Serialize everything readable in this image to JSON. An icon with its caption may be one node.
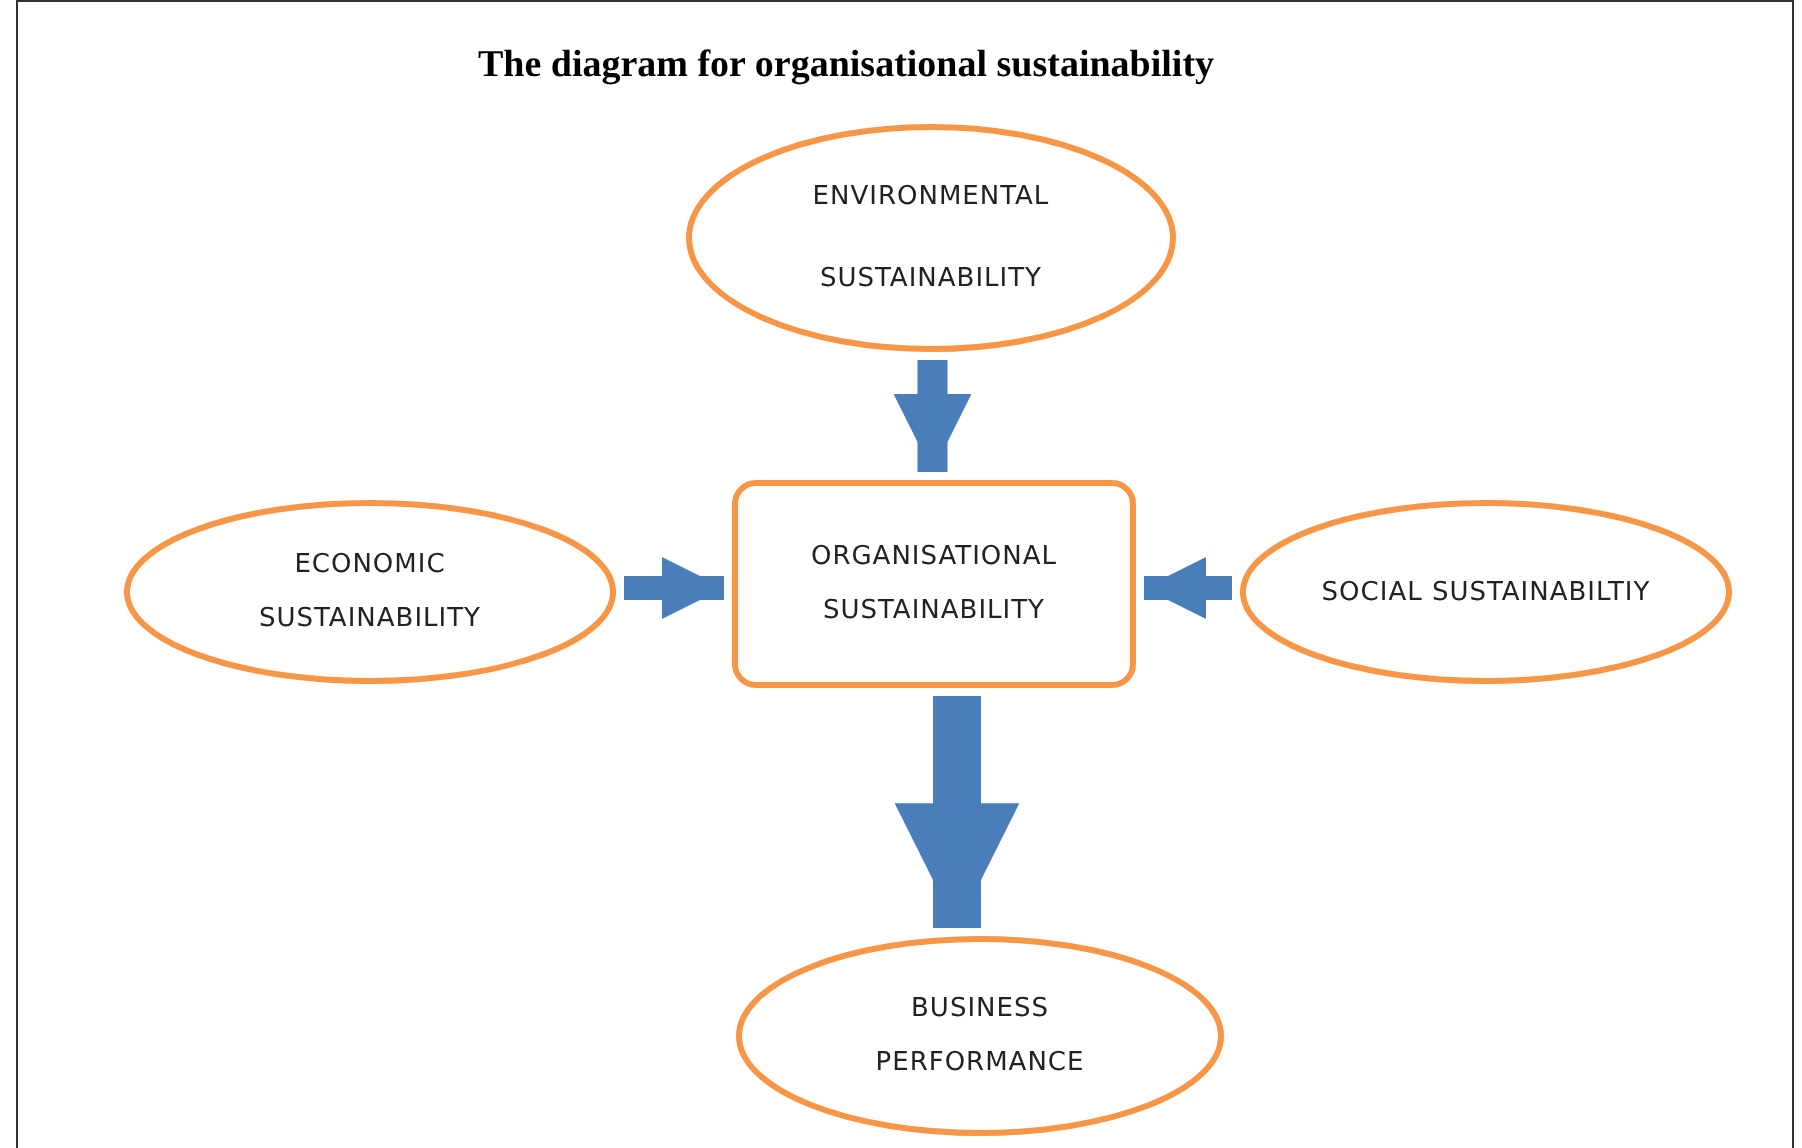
{
  "diagram": {
    "title": "The diagram for organisational sustainability",
    "nodes": [
      {
        "text": [
          "ENVIRONMENTAL SUSTAINABILITY"
        ]
      },
      {
        "text": [
          "ECONOMIC SUSTAINABILITY"
        ]
      },
      {
        "text": [
          "ORGANISATIONAL SUSTAINABILITY"
        ]
      },
      {
        "text": [
          "SOCIAL SUSTAINABILTIY"
        ]
      },
      {
        "text": [
          "BUSINESS PERFORMANCE"
        ]
      }
    ],
    "edges": [
      {
        "from": 0,
        "to": 2,
        "arrow": "to"
      },
      {
        "from": 1,
        "to": 2,
        "arrow": "to"
      },
      {
        "from": 3,
        "to": 2,
        "arrow": "to"
      },
      {
        "from": 2,
        "to": 4,
        "arrow": "to",
        "style": "thick"
      }
    ]
  }
}
